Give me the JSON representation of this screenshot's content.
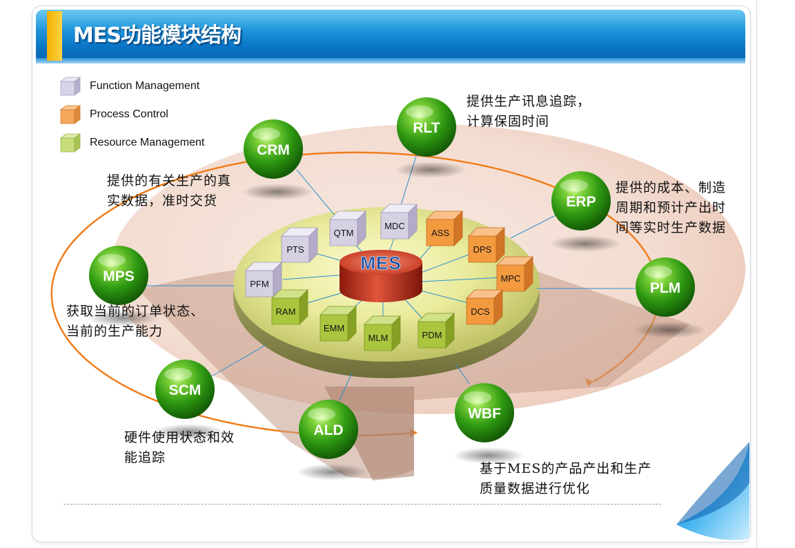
{
  "title": "MES功能模块结构",
  "legend": [
    {
      "label": "Function Management",
      "color": "#d8d3e6"
    },
    {
      "label": "Process Control",
      "color": "#f5a65b"
    },
    {
      "label": "Resource Management",
      "color": "#c6dd7a"
    }
  ],
  "center": {
    "label": "MES"
  },
  "systems": [
    {
      "id": "crm",
      "label": "CRM"
    },
    {
      "id": "rlt",
      "label": "RLT"
    },
    {
      "id": "erp",
      "label": "ERP"
    },
    {
      "id": "plm",
      "label": "PLM"
    },
    {
      "id": "wbf",
      "label": "WBF"
    },
    {
      "id": "ald",
      "label": "ALD"
    },
    {
      "id": "scm",
      "label": "SCM"
    },
    {
      "id": "mps",
      "label": "MPS"
    }
  ],
  "modules": [
    {
      "label": "QTM",
      "category": "function"
    },
    {
      "label": "MDC",
      "category": "function"
    },
    {
      "label": "PTS",
      "category": "function"
    },
    {
      "label": "PFM",
      "category": "function"
    },
    {
      "label": "ASS",
      "category": "process"
    },
    {
      "label": "DPS",
      "category": "process"
    },
    {
      "label": "MPC",
      "category": "process"
    },
    {
      "label": "DCS",
      "category": "process"
    },
    {
      "label": "RAM",
      "category": "resource"
    },
    {
      "label": "EMM",
      "category": "resource"
    },
    {
      "label": "MLM",
      "category": "resource"
    },
    {
      "label": "PDM",
      "category": "resource"
    }
  ],
  "notes": {
    "crm": [
      "提供的有关生产的真",
      "实数据，准时交货"
    ],
    "rlt": [
      "提供生产讯息追踪，",
      "计算保固时间"
    ],
    "erp": [
      "提供的成本、制造",
      "周期和预计产出时",
      "间等实时生产数据"
    ],
    "mps": [
      "获取当前的订单状态、",
      "当前的生产能力"
    ],
    "scm": [
      "硬件使用状态和效",
      "能追踪"
    ],
    "wbf": [
      "基于MES的产品产出和生产",
      "质量数据进行优化"
    ]
  },
  "colors": {
    "title_blue": "#0a74c4",
    "ball_green": "#33a10f",
    "ring_orange": "#f07c1a",
    "center_red": "#c4331c",
    "center_text": "#1b3f8f"
  }
}
